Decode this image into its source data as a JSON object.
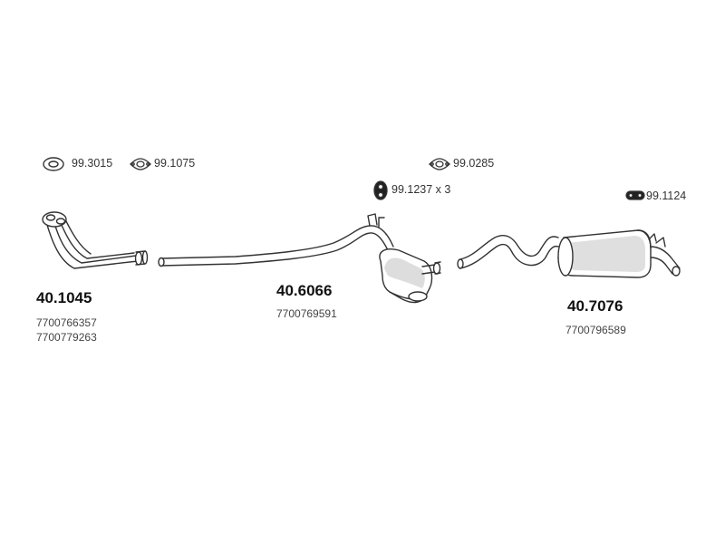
{
  "accessories": [
    {
      "code": "99.3015",
      "icon": "round-gasket-icon"
    },
    {
      "code": "99.1075",
      "icon": "flange-gasket-icon"
    },
    {
      "code": "99.0285",
      "icon": "flange-gasket-icon"
    },
    {
      "code": "99.1237 x 3",
      "icon": "rubber-mount-icon"
    },
    {
      "code": "99.1124",
      "icon": "hanger-strap-icon"
    }
  ],
  "parts": [
    {
      "number": "40.1045",
      "oem": [
        "7700766357",
        "7700779263"
      ],
      "icon": "front-pipe-icon"
    },
    {
      "number": "40.6066",
      "oem": [
        "7700769591"
      ],
      "icon": "middle-silencer-icon"
    },
    {
      "number": "40.7076",
      "oem": [
        "7700796589"
      ],
      "icon": "rear-silencer-icon"
    }
  ],
  "colors": {
    "stroke": "#333333",
    "fill": "#ffffff",
    "shade": "#d9d9d9"
  }
}
